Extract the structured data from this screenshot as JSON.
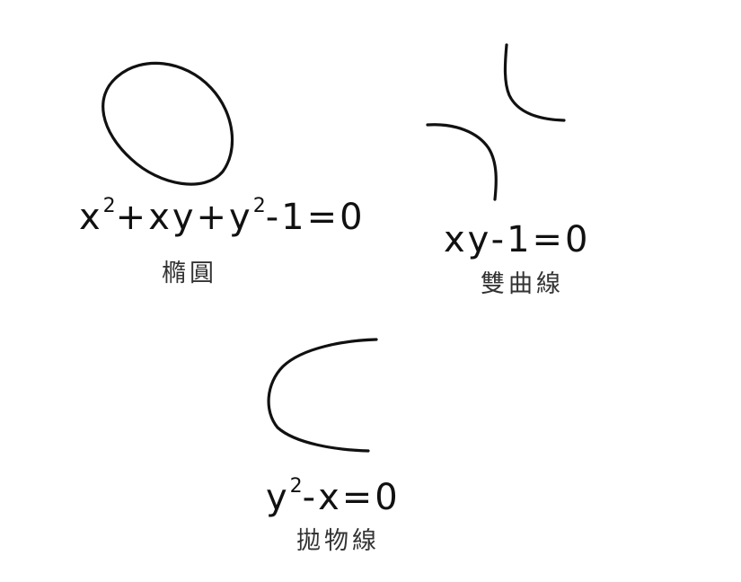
{
  "figures": [
    {
      "curve": "ellipse",
      "equation": {
        "parts": [
          "x",
          "2",
          "+xy+y",
          "2",
          "-1=0"
        ]
      },
      "name": "橢圓"
    },
    {
      "curve": "hyperbola",
      "equation": {
        "text": "xy-1=0"
      },
      "name": "雙曲線"
    },
    {
      "curve": "parabola",
      "equation": {
        "parts": [
          "y",
          "2",
          "-x=0"
        ]
      },
      "name": "拋物線"
    }
  ],
  "colors": {
    "ink": "#111111",
    "label_ink": "#333333",
    "background": "#ffffff"
  }
}
